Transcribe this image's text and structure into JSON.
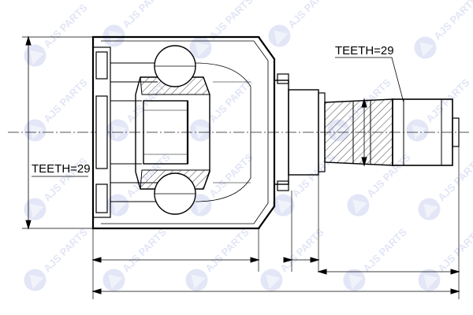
{
  "diagram": {
    "left_label": "TEETH=29",
    "right_label": "TEETH=29"
  },
  "watermark": {
    "text": "AJS PARTS",
    "color": "#4a64c8"
  }
}
